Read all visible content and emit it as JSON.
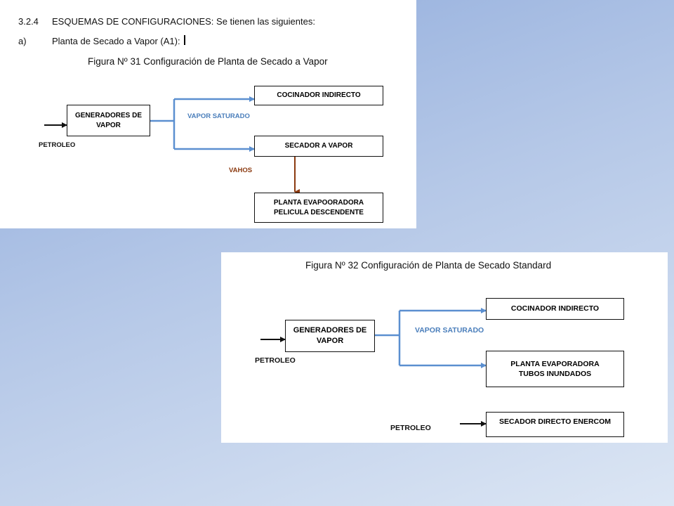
{
  "panel_a": {
    "heading_number": "3.2.4",
    "heading_text": "ESQUEMAS DE CONFIGURACIONES: Se tienen las siguientes:",
    "item_letter": "a)",
    "item_text": "Planta de Secado a Vapor (A1):",
    "figure_caption": "Figura Nº 31 Configuración de Planta de Secado a Vapor",
    "boxes": {
      "generadores": [
        "GENERADORES DE",
        "VAPOR"
      ],
      "cocinador": [
        "COCINADOR INDIRECTO"
      ],
      "secador": [
        "SECADOR A VAPOR"
      ],
      "planta": [
        "PLANTA EVAPOORADORA",
        "PELICULA DESCENDENTE"
      ]
    },
    "labels": {
      "petroleo": "PETROLEO",
      "vapor_saturado": "VAPOR SATURADO",
      "vahos": "VAHOS"
    }
  },
  "panel_b": {
    "figure_caption": "Figura Nº 32 Configuración de Planta de Secado Standard",
    "boxes": {
      "generadores": [
        "GENERADORES DE",
        "VAPOR"
      ],
      "cocinador": [
        "COCINADOR INDIRECTO"
      ],
      "planta": [
        "PLANTA EVAPORADORA",
        "TUBOS  INUNDADOS"
      ],
      "secador_directo": [
        "SECADOR DIRECTO ENERCOM"
      ]
    },
    "labels": {
      "petroleo_1": "PETROLEO",
      "vapor_saturado": "VAPOR SATURADO",
      "petroleo_2": "PETROLEO"
    }
  },
  "colors": {
    "steam_line": "#5b8fd0",
    "vahos_line": "#8b3a10",
    "background_top": "#8eaadb",
    "background_bottom": "#dce6f4"
  }
}
